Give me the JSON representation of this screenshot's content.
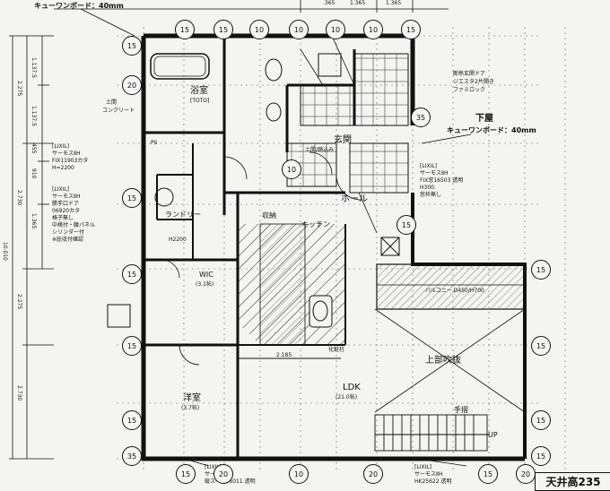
{
  "top_note": "キューワンボード：40mm",
  "right_note": {
    "floor": "下屋",
    "board": "キューワンボード：40mm"
  },
  "top_dims": [
    ".365",
    "1.365",
    "1.365"
  ],
  "left_dims": [
    {
      "id": "d10010",
      "text": "10.010"
    },
    {
      "id": "d2275a",
      "text": "2.275"
    },
    {
      "id": "d2730a",
      "text": "2.730"
    },
    {
      "id": "d2275b",
      "text": "2.275"
    },
    {
      "id": "d2730b",
      "text": "2.730"
    },
    {
      "id": "d1137a",
      "text": "1.137.5"
    },
    {
      "id": "d1137b",
      "text": "1.137.5"
    },
    {
      "id": "d455",
      "text": "455"
    },
    {
      "id": "d910",
      "text": "910"
    },
    {
      "id": "d1365",
      "text": "1.365"
    }
  ],
  "rooms": {
    "bath": "浴室",
    "toto": "[TOTO]",
    "doma": [
      "土間",
      "コンクリート"
    ],
    "wic": [
      "WIC",
      "(3.1帖)"
    ],
    "youshitsu": [
      "洋室",
      "(3.7帖)"
    ],
    "ldk": [
      "LDK",
      "(21.0帖)"
    ],
    "hall": "ホール",
    "genkan": "玄関",
    "kitchen": "キッチン",
    "storage": "収納",
    "laundry": "ランドリー",
    "fukinuki": "上部吹抜",
    "tesuri": "手摺",
    "up": "UP",
    "balcony": "バルコニー D450/H700",
    "shinpaku": "土間/踏込み"
  },
  "window_notes": {
    "left1": [
      "[LIXIL]",
      "サーモスⅡH",
      "FIX11903カタ",
      "H=2200"
    ],
    "left2": [
      "[LIXIL]",
      "サーモスⅡH",
      "勝手口ドア",
      "06920カタ",
      "格子無し",
      "中桟付・腰パネル",
      "シリンダー付",
      "※庇収付確認"
    ],
    "right1": [
      "[LIXIL]",
      "サーモスⅡH",
      "FIX窓16503 透明",
      "H300.",
      "窓枠無し"
    ],
    "entrance": [
      "断熱玄関ドア",
      "ジエスタ2片開き",
      "ファミロック"
    ],
    "bottom1": [
      "[LIXIL]",
      "サーモスⅡH",
      "縦スベリ06011 透明"
    ],
    "bottom2": [
      "[LIXIL]",
      "サーモスⅡH",
      "HK25622 透明"
    ]
  },
  "misc": {
    "ps": "PS",
    "h2200": "H2200",
    "dim2185": "2.185",
    "kuraniwa": "化粧柱"
  },
  "bubbles": [
    {
      "id": "t1",
      "text": "15"
    },
    {
      "id": "t2",
      "text": "15"
    },
    {
      "id": "t3",
      "text": "10"
    },
    {
      "id": "t4",
      "text": "10"
    },
    {
      "id": "t5",
      "text": "10"
    },
    {
      "id": "t6",
      "text": "10"
    },
    {
      "id": "t7",
      "text": "15"
    },
    {
      "id": "l1",
      "text": "15"
    },
    {
      "id": "l2",
      "text": "20"
    },
    {
      "id": "l3",
      "text": "15"
    },
    {
      "id": "l4",
      "text": "15"
    },
    {
      "id": "l5",
      "text": "15"
    },
    {
      "id": "l6",
      "text": "15"
    },
    {
      "id": "l7",
      "text": "35"
    },
    {
      "id": "b1",
      "text": "15"
    },
    {
      "id": "b2",
      "text": "20"
    },
    {
      "id": "b3",
      "text": "10"
    },
    {
      "id": "b4",
      "text": "20"
    },
    {
      "id": "b5",
      "text": "15"
    },
    {
      "id": "b6",
      "text": "20"
    },
    {
      "id": "r1",
      "text": "35"
    },
    {
      "id": "r2",
      "text": "15"
    },
    {
      "id": "r3",
      "text": "15"
    },
    {
      "id": "r4",
      "text": "15"
    },
    {
      "id": "r5",
      "text": "15"
    },
    {
      "id": "m1",
      "text": "10"
    },
    {
      "id": "m2",
      "text": "15"
    }
  ],
  "ceiling_label": "天井高235"
}
